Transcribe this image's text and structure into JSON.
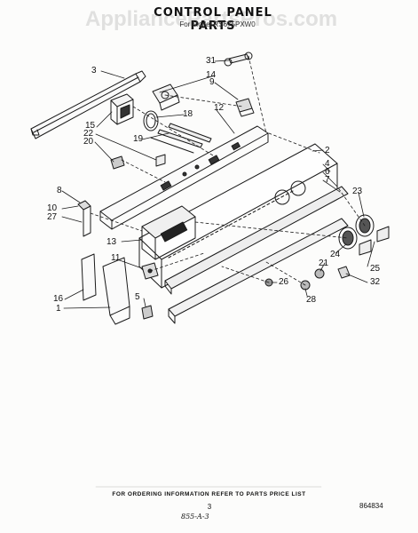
{
  "header": {
    "watermark": "AppliancePartsPros.com",
    "title": "CONTROL PANEL PARTS",
    "subtitle": "For Model RS675PXW0"
  },
  "callouts": [
    {
      "id": "c31",
      "label": "31"
    },
    {
      "id": "c14",
      "label": "14"
    },
    {
      "id": "c9",
      "label": "9"
    },
    {
      "id": "c3",
      "label": "3"
    },
    {
      "id": "c15",
      "label": "15"
    },
    {
      "id": "c18",
      "label": "18"
    },
    {
      "id": "c12",
      "label": "12"
    },
    {
      "id": "c22",
      "label": "22"
    },
    {
      "id": "c20",
      "label": "20"
    },
    {
      "id": "c19",
      "label": "19"
    },
    {
      "id": "c2",
      "label": "2"
    },
    {
      "id": "c4",
      "label": "4"
    },
    {
      "id": "c6",
      "label": "6"
    },
    {
      "id": "c7",
      "label": "7"
    },
    {
      "id": "c8",
      "label": "8"
    },
    {
      "id": "c10",
      "label": "10"
    },
    {
      "id": "c27",
      "label": "27"
    },
    {
      "id": "c23",
      "label": "23"
    },
    {
      "id": "c13",
      "label": "13"
    },
    {
      "id": "c11",
      "label": "11"
    },
    {
      "id": "c24",
      "label": "24"
    },
    {
      "id": "c21",
      "label": "21"
    },
    {
      "id": "c25",
      "label": "25"
    },
    {
      "id": "c32",
      "label": "32"
    },
    {
      "id": "c26",
      "label": "26"
    },
    {
      "id": "c5",
      "label": "5"
    },
    {
      "id": "c28",
      "label": "28"
    },
    {
      "id": "c16",
      "label": "16"
    },
    {
      "id": "c1",
      "label": "1"
    }
  ],
  "footer": {
    "order_info": "FOR ORDERING INFORMATION REFER TO PARTS PRICE LIST",
    "page_number": "3",
    "part_code": "864834",
    "scribble": "855-A-3"
  }
}
